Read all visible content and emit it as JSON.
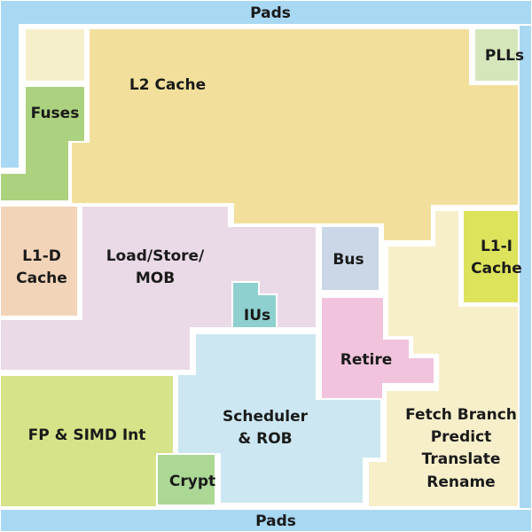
{
  "colors": {
    "pads": "#a9d8f2",
    "l2_cache": "#f3df9c",
    "top_left_block": "#f6efcc",
    "fuses": "#acd17f",
    "plls": "#d5e6bb",
    "l1d": "#f2d4b8",
    "load_store": "#ead9e6",
    "ius": "#8ecfcf",
    "bus": "#cbd7e7",
    "retire": "#f1c3dc",
    "scheduler": "#cce7f2",
    "fp_simd": "#d6e388",
    "crypt": "#acd896",
    "fetch": "#f7efca",
    "l1i": "#dde35a"
  },
  "blocks": {
    "pads_top": "Pads",
    "pads_bottom": "Pads",
    "l2_cache": "L2 Cache",
    "fuses": "Fuses",
    "plls": "PLLs",
    "l1d_line1": "L1-D",
    "l1d_line2": "Cache",
    "load_store_line1": "Load/Store/",
    "load_store_line2": "MOB",
    "ius": "IUs",
    "bus": "Bus",
    "retire": "Retire",
    "scheduler_line1": "Scheduler",
    "scheduler_line2": "& ROB",
    "fp_simd": "FP & SIMD Int",
    "crypt": "Crypt",
    "fetch_line1": "Fetch Branch",
    "fetch_line2": "Predict",
    "fetch_line3": "Translate",
    "fetch_line4": "Rename",
    "l1i_line1": "L1-I",
    "l1i_line2": "Cache"
  }
}
